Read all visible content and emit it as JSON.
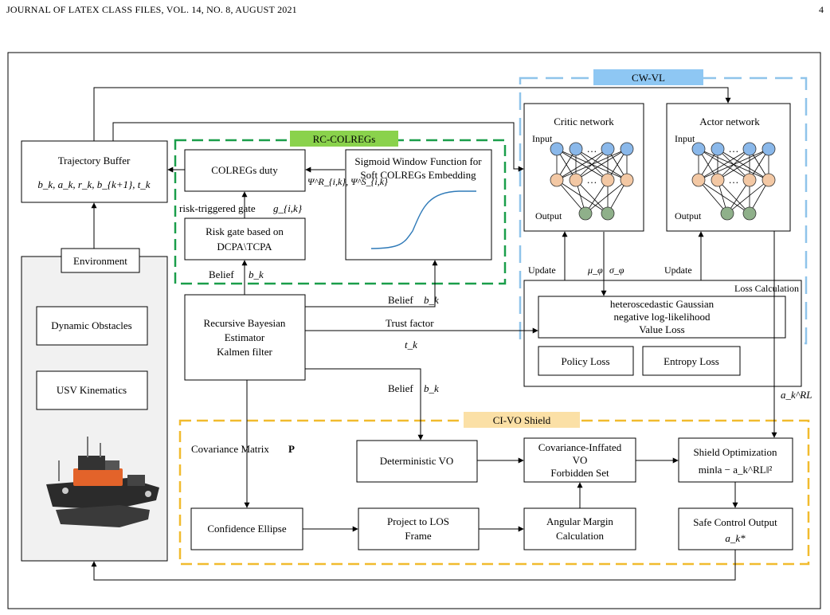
{
  "header": {
    "journal": "JOURNAL OF LATEX CLASS FILES, VOL. 14, NO. 8, AUGUST 2021",
    "page_number": "4"
  },
  "regions": {
    "cwvl": "CW-VL",
    "rc_colregs": "RC-COLREGs",
    "civo": "CI-VO Shield"
  },
  "boxes": {
    "trajectory_buffer": "Trajectory Buffer",
    "trajectory_tuple": "b_k, a_k, r_k, b_{k+1}, t_k",
    "environment": "Environment",
    "dynamic_obstacles": "Dynamic Obstacles",
    "usv_kinematics": "USV Kinematics",
    "colregs_duty": "COLREGs duty",
    "risk_gate": [
      "Risk gate based on",
      "DCPA\\TCPA"
    ],
    "sigmoid": [
      "Sigmoid Window Function for",
      "Soft COLREGs Embedding"
    ],
    "estimator": [
      "Recursive Bayesian",
      "Estimator",
      "Kalmen filter"
    ],
    "critic": "Critic network",
    "actor": "Actor network",
    "nn_input": "Input",
    "nn_output": "Output",
    "loss_calc": "Loss Calculation",
    "hg_loss": [
      "heteroscedastic Gaussian",
      "negative log-likelihood",
      "Value Loss"
    ],
    "policy_loss": "Policy Loss",
    "entropy_loss": "Entropy Loss",
    "det_vo": "Deterministic VO",
    "cov_vo": [
      "Covariance-Inffated",
      "VO",
      "Forbidden Set"
    ],
    "shield_opt": "Shield Optimization",
    "shield_formula": "min‖a − a_k^RL‖²",
    "conf_ellipse": "Confidence Ellipse",
    "project_los": [
      "Project to LOS",
      "Frame"
    ],
    "angular_margin": [
      "Angular Margin",
      "Calculation"
    ],
    "safe_output": "Safe Control Output",
    "safe_action": "a_k*"
  },
  "labels": {
    "risk_triggered_gate": "risk-triggered gate",
    "gate_symbol": "g_{i,k}",
    "psi": "Ψ^R_{i,k}, Ψ^S_{i,k}",
    "belief": "Belief",
    "belief_symbol": "b_k",
    "trust_factor": "Trust factor",
    "trust_symbol": "t_k",
    "covariance_matrix": "Covariance Matrix",
    "covariance_symbol": "P",
    "update": "Update",
    "mu": "μ_φ",
    "sigma": "σ_φ",
    "a_rl": "a_k^RL"
  }
}
